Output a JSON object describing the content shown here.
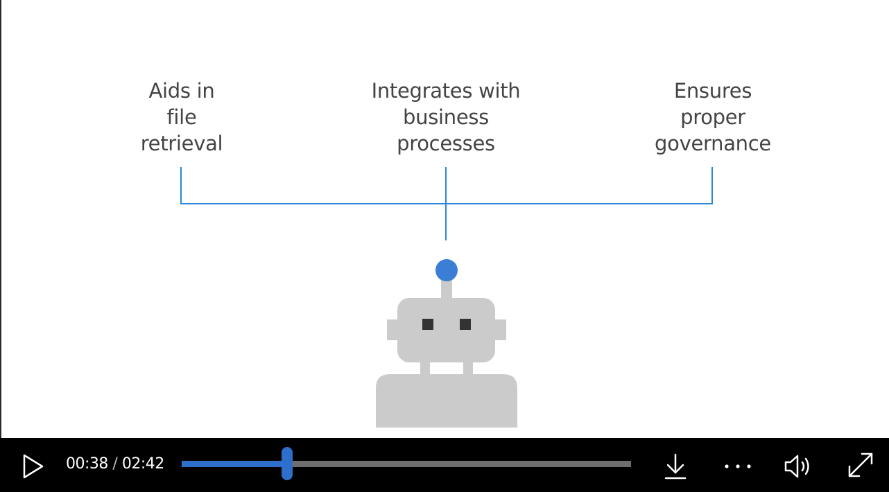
{
  "slide": {
    "label_left": "Aids in\nfile\nretrieval",
    "label_center": "Integrates with\nbusiness\nprocesses",
    "label_right": "Ensures\nproper\ngovernance"
  },
  "player": {
    "current_time": "00:38",
    "separator": "/",
    "duration": "02:42",
    "progress_fraction": 0.2346
  },
  "icons": {
    "play": "play-icon",
    "download": "download-icon",
    "more": "more-options-icon",
    "volume": "volume-icon",
    "fullscreen": "fullscreen-icon"
  },
  "colors": {
    "connector": "#2a86d6",
    "robot_body": "#cbcbcb",
    "robot_antenna_tip": "#3a7fd5",
    "robot_eyes": "#333333",
    "progress_played": "#2f6fcc",
    "progress_track": "#6e6e6e",
    "controls_bg": "#000000"
  }
}
